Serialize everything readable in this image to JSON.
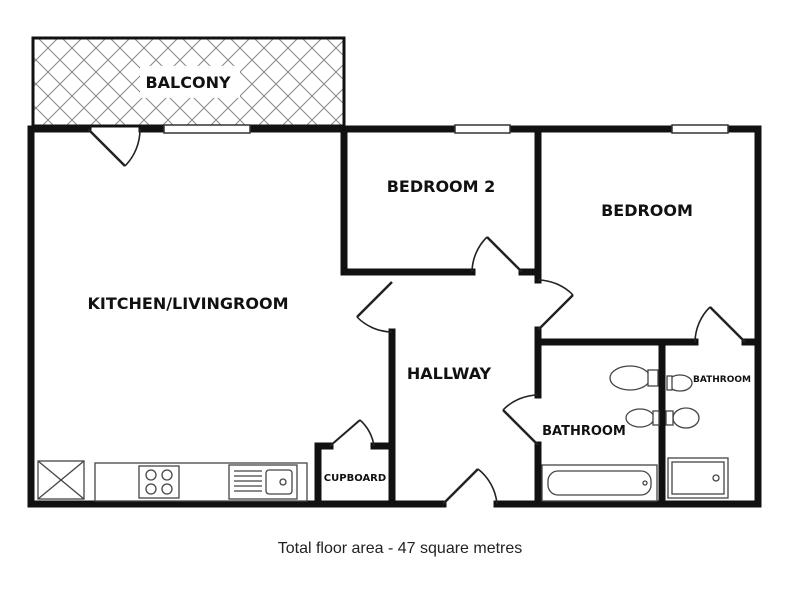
{
  "rooms": {
    "balcony": "BALCONY",
    "kitchen_living": "KITCHEN/LIVINGROOM",
    "bedroom2": "BEDROOM 2",
    "bedroom": "BEDROOM",
    "hallway": "HALLWAY",
    "bathroom_main": "BATHROOM",
    "bathroom_ensuite": "BATHROOM",
    "cupboard": "CUPBOARD"
  },
  "caption": "Total floor area - 47 square metres",
  "colors": {
    "wall": "#111111",
    "line": "#333333",
    "fixture": "#555555",
    "background": "#ffffff"
  }
}
